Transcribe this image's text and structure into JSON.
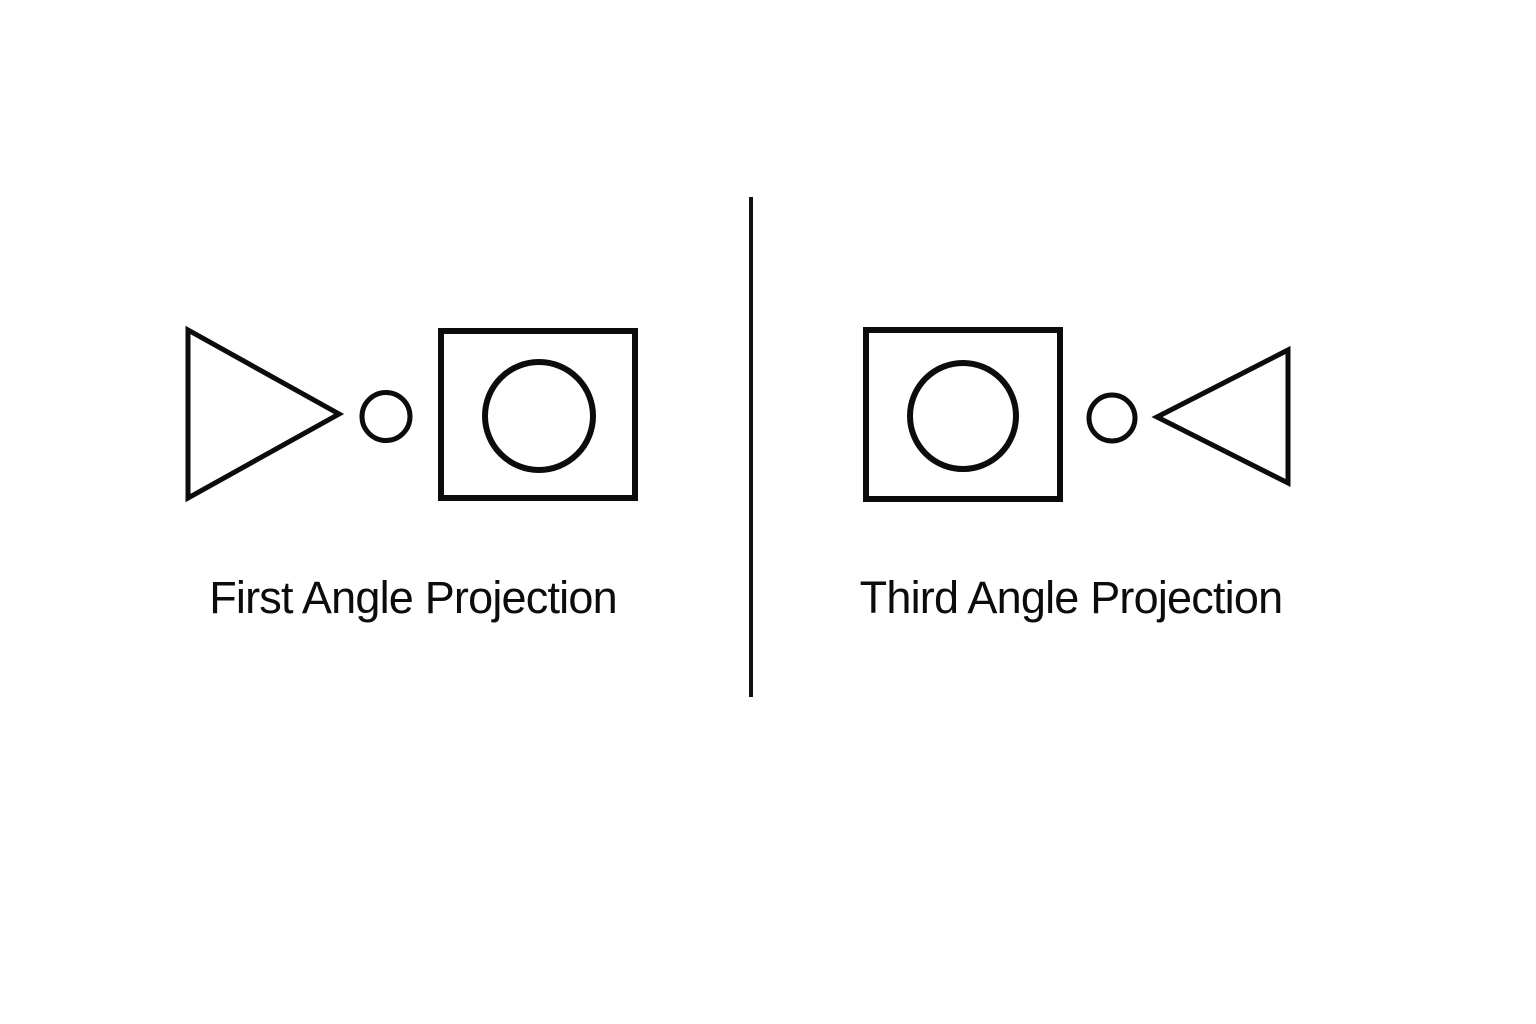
{
  "colors": {
    "ink": "#0c0c0c",
    "background": "#ffffff"
  },
  "labels": {
    "first": "First Angle Projection",
    "third": "Third Angle Projection"
  },
  "symbols": {
    "left": {
      "name": "first-angle-projection-symbol",
      "parts": [
        "cone-side-view-triangle-icon",
        "cone-small-end-circle-icon",
        "cone-front-view-square-icon",
        "cone-front-view-circle-icon"
      ]
    },
    "right": {
      "name": "third-angle-projection-symbol",
      "parts": [
        "cone-front-view-square-icon",
        "cone-front-view-circle-icon",
        "cone-small-end-circle-icon",
        "cone-side-view-triangle-icon"
      ]
    },
    "divider": "center-divider-line"
  }
}
